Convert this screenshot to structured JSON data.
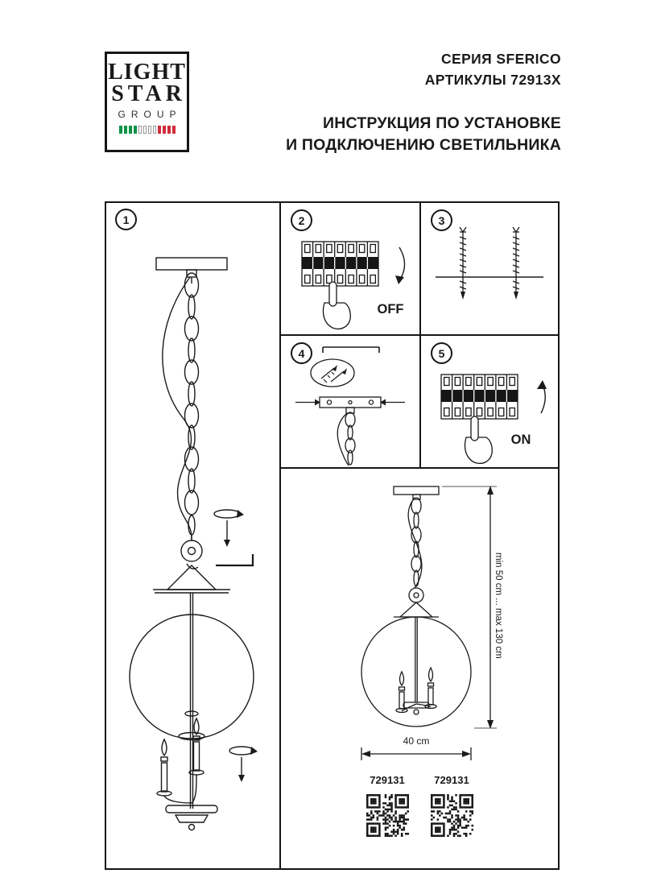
{
  "logo": {
    "line1": "LIGHT",
    "line2": "STAR",
    "line3": "GROUP"
  },
  "header": {
    "series": "СЕРИЯ SFERICO",
    "articles": "АРТИКУЛЫ 72913X",
    "title_line1": "ИНСТРУКЦИЯ ПО УСТАНОВКЕ",
    "title_line2": "И ПОДКЛЮЧЕНИЮ СВЕТИЛЬНИКА"
  },
  "steps": [
    "1",
    "2",
    "3",
    "4",
    "5"
  ],
  "power": {
    "off": "OFF",
    "on": "ON"
  },
  "dimensions": {
    "height": "min 50 cm ... max 130 cm",
    "width": "40 cm"
  },
  "products": [
    {
      "code": "729131"
    },
    {
      "code": "729131"
    }
  ],
  "colors": {
    "ink": "#1a1a1a",
    "flag_green": "#0b9444",
    "flag_red": "#cf2e3b"
  }
}
